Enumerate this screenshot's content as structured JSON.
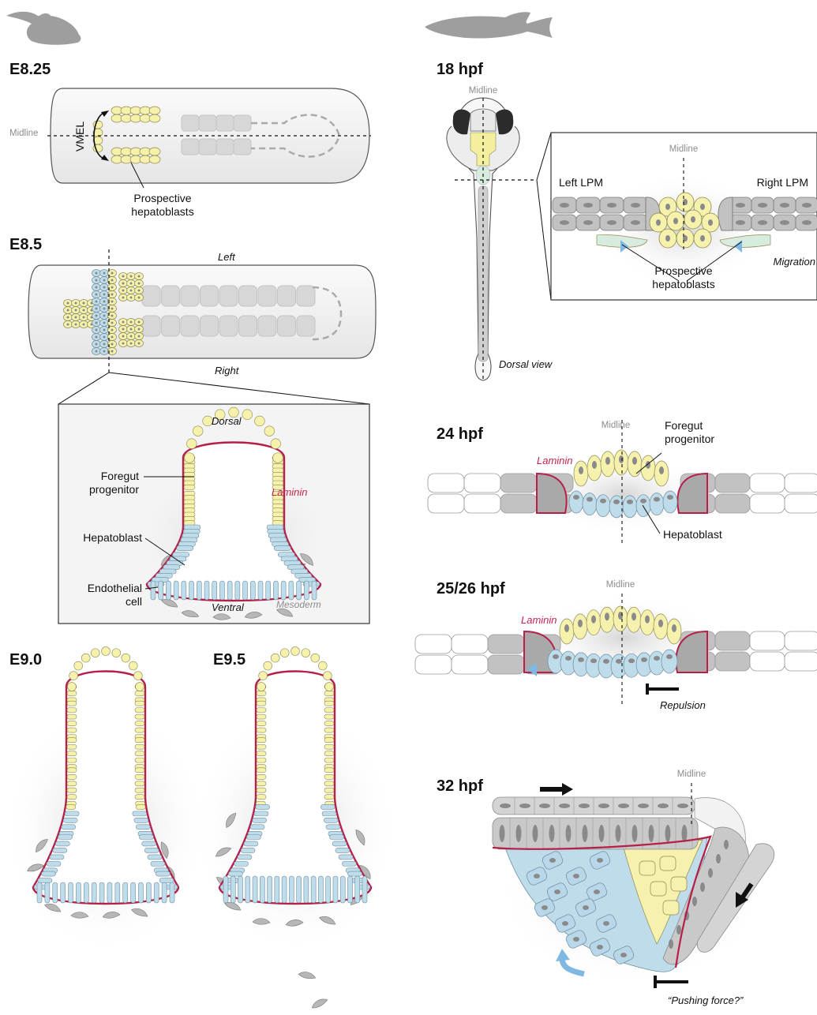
{
  "mouse": {
    "animal_icon": "mouse-silhouette-icon",
    "e825": {
      "stage": "E8.25",
      "midline": "Midline",
      "vmel": "VMEL",
      "prospective": [
        "Prospective",
        "hepatoblasts"
      ]
    },
    "e85": {
      "stage": "E8.5",
      "left": "Left",
      "right": "Right",
      "inset": {
        "dorsal": "Dorsal",
        "ventral": "Ventral",
        "foregut": [
          "Foregut",
          "progenitor"
        ],
        "laminin": "Laminin",
        "hepatoblast": "Hepatoblast",
        "endothelial": [
          "Endothelial",
          "cell"
        ],
        "mesoderm": "Mesoderm"
      }
    },
    "e90": {
      "stage": "E9.0"
    },
    "e95": {
      "stage": "E9.5"
    }
  },
  "zebrafish": {
    "animal_icon": "fish-silhouette-icon",
    "h18": {
      "stage": "18 hpf",
      "midline": "Midline",
      "dorsal_view": "Dorsal view",
      "inset": {
        "midline": "Midline",
        "left_lpm": "Left LPM",
        "right_lpm": "Right LPM",
        "migration": "Migration",
        "prospective": [
          "Prospective",
          "hepatoblasts"
        ]
      }
    },
    "h24": {
      "stage": "24 hpf",
      "midline": "Midline",
      "laminin": "Laminin",
      "foregut": [
        "Foregut",
        "progenitor"
      ],
      "hepatoblast": "Hepatoblast"
    },
    "h2526": {
      "stage": "25/26 hpf",
      "midline": "Midline",
      "laminin": "Laminin",
      "repulsion": "Repulsion"
    },
    "h32": {
      "stage": "32 hpf",
      "midline": "Midline",
      "pushing": "“Pushing force?”"
    }
  },
  "colors": {
    "yellow_cell": "#f6f2ae",
    "blue_cell": "#bfdcea",
    "gray_cell": "#b7b7b7",
    "laminin": "#b51f4a",
    "arrow_blue": "#8ec3e6"
  }
}
